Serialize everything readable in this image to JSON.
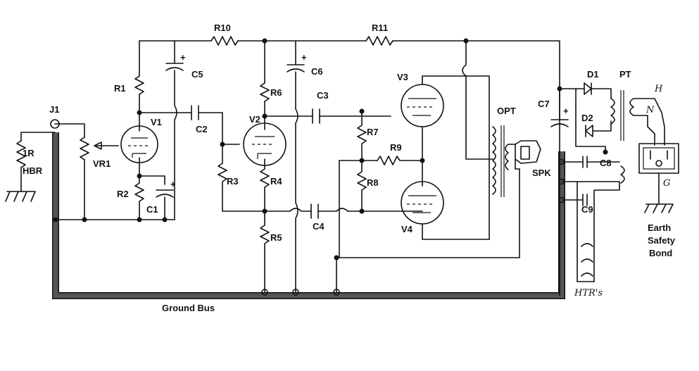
{
  "labels": {
    "r10": "R10",
    "r11": "R11",
    "r1": "R1",
    "r2": "R2",
    "r3": "R3",
    "r4": "R4",
    "r5": "R5",
    "r6": "R6",
    "r7": "R7",
    "r8": "R8",
    "r9": "R9",
    "c1": "C1",
    "c2": "C2",
    "c3": "C3",
    "c4": "C4",
    "c5": "C5",
    "c6": "C6",
    "c7": "C7",
    "c8": "C8",
    "c9": "C9",
    "v1": "V1",
    "v2": "V2",
    "v3": "V3",
    "v4": "V4",
    "vr1": "VR1",
    "j1": "J1",
    "r1r": "1R",
    "hbr": "HBR",
    "opt": "OPT",
    "spk": "SPK",
    "d1": "D1",
    "d2": "D2",
    "pt": "PT",
    "htrs": "HTR's",
    "ground_bus": "Ground Bus",
    "earth1": "Earth",
    "earth2": "Safety",
    "earth3": "Bond",
    "h": "H",
    "n": "N",
    "g": "G",
    "plus": "+"
  }
}
